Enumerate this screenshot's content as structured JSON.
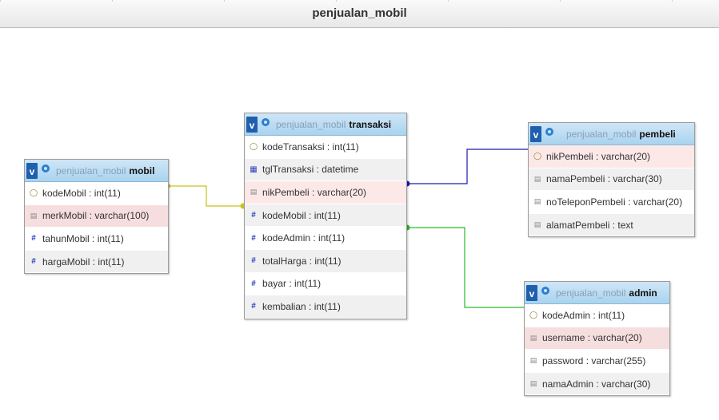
{
  "title": "penjualan_mobil",
  "database": "penjualan_mobil",
  "colors": {
    "header_gradient": [
      "#cfe6f7",
      "#a9d3ef"
    ],
    "link_mobil": "#c9c21a",
    "link_pembeli": "#1a1ab0",
    "link_admin": "#2ab92a"
  },
  "tables": {
    "mobil": {
      "v": "v",
      "db": "penjualan_mobil",
      "name": "mobil",
      "fields": [
        {
          "label": "kodeMobil : int(11)",
          "icon": "key-icon"
        },
        {
          "label": "merkMobil : varchar(100)",
          "icon": "text-icon"
        },
        {
          "label": "tahunMobil : int(11)",
          "icon": "hash-icon"
        },
        {
          "label": "hargaMobil : int(11)",
          "icon": "hash-icon"
        }
      ]
    },
    "transaksi": {
      "v": "v",
      "db": "penjualan_mobil",
      "name": "transaksi",
      "fields": [
        {
          "label": "kodeTransaksi : int(11)",
          "icon": "key-icon"
        },
        {
          "label": "tglTransaksi : datetime",
          "icon": "calendar-icon"
        },
        {
          "label": "nikPembeli : varchar(20)",
          "icon": "text-icon"
        },
        {
          "label": "kodeMobil : int(11)",
          "icon": "hash-icon"
        },
        {
          "label": "kodeAdmin : int(11)",
          "icon": "hash-icon"
        },
        {
          "label": "totalHarga : int(11)",
          "icon": "hash-icon"
        },
        {
          "label": "bayar : int(11)",
          "icon": "hash-icon"
        },
        {
          "label": "kembalian : int(11)",
          "icon": "hash-icon"
        }
      ]
    },
    "pembeli": {
      "v": "v",
      "db": "penjualan_mobil",
      "name": "pembeli",
      "fields": [
        {
          "label": "nikPembeli : varchar(20)",
          "icon": "key-icon"
        },
        {
          "label": "namaPembeli : varchar(30)",
          "icon": "text-icon"
        },
        {
          "label": "noTeleponPembeli : varchar(20)",
          "icon": "text-icon"
        },
        {
          "label": "alamatPembeli : text",
          "icon": "text-icon"
        }
      ]
    },
    "admin": {
      "v": "v",
      "db": "penjualan_mobil",
      "name": "admin",
      "fields": [
        {
          "label": "kodeAdmin : int(11)",
          "icon": "key-icon"
        },
        {
          "label": "username : varchar(20)",
          "icon": "text-icon"
        },
        {
          "label": "password : varchar(255)",
          "icon": "text-icon"
        },
        {
          "label": "namaAdmin : varchar(30)",
          "icon": "text-icon"
        }
      ]
    }
  }
}
